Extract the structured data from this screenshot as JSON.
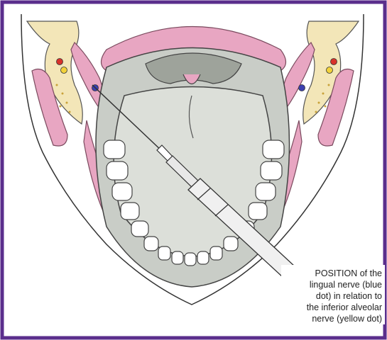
{
  "annotation": {
    "lines": [
      "POSITION of the",
      "lingual nerve (blue",
      "dot) in relation to",
      "the inferior alveolar",
      "nerve (yellow dot)"
    ]
  },
  "colors": {
    "border": "#5a2e8c",
    "muscle": "#e8a6c2",
    "bone": "#f3e6b8",
    "tongue": "#d8dcd6",
    "blue_dot": "#3b3fb0",
    "yellow_dot": "#f2d23a",
    "red_dot": "#d8322a"
  }
}
